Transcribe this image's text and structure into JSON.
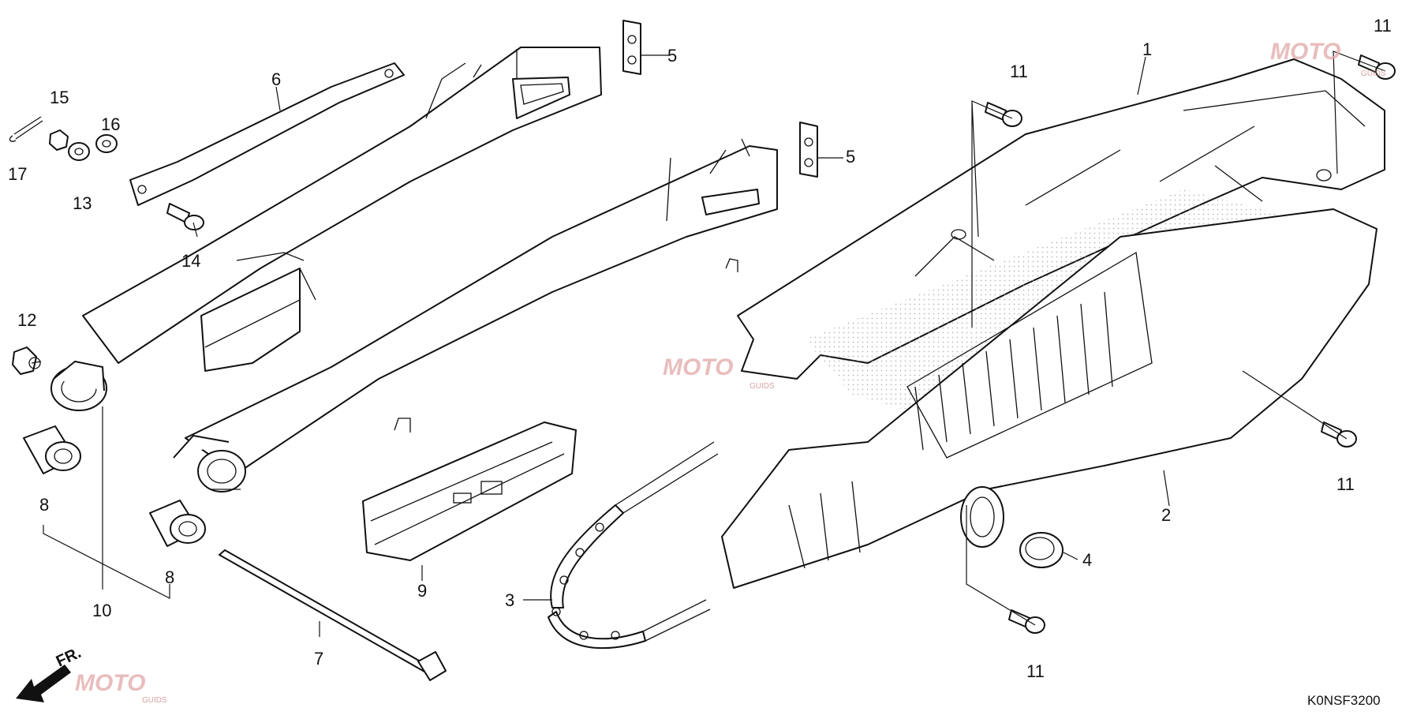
{
  "diagram_code": "K0NSF3200",
  "front_arrow": "FR.",
  "watermark": {
    "text": "MOTO",
    "sub": "GUIDS"
  },
  "callouts": {
    "c1": "1",
    "c2": "2",
    "c3": "3",
    "c4": "4",
    "c5a": "5",
    "c5b": "5",
    "c6": "6",
    "c7": "7",
    "c8a": "8",
    "c8b": "8",
    "c9": "9",
    "c10": "10",
    "c11a": "11",
    "c11b": "11",
    "c11c": "11",
    "c11d": "11",
    "c12": "12",
    "c13": "13",
    "c14": "14",
    "c15": "15",
    "c16": "16",
    "c17": "17"
  },
  "colors": {
    "line": "#111111",
    "watermark": "#e2a7a7",
    "shading": "#9a9a9a"
  }
}
